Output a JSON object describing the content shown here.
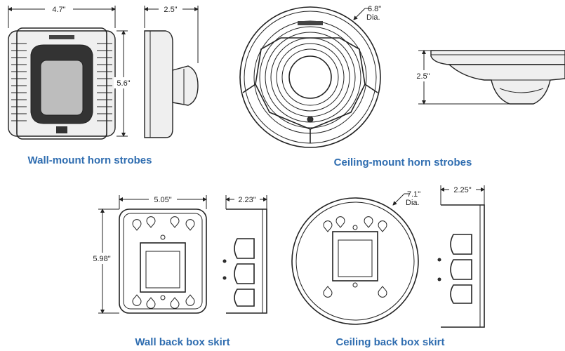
{
  "dimensions": {
    "wall_strobe_width": "4.7\"",
    "wall_strobe_depth": "2.5\"",
    "wall_strobe_height": "5.6\"",
    "ceiling_strobe_diameter": "6.8\"",
    "ceiling_strobe_diameter_suffix": "Dia.",
    "ceiling_strobe_depth": "2.5\"",
    "wall_skirt_width": "5.05\"",
    "wall_skirt_depth": "2.23\"",
    "wall_skirt_height": "5.98\"",
    "ceiling_skirt_diameter": "7.1\"",
    "ceiling_skirt_diameter_suffix": "Dia.",
    "ceiling_skirt_depth": "2.25\""
  },
  "captions": {
    "wall_strobes": "Wall-mount horn strobes",
    "ceiling_strobes": "Ceiling-mount horn strobes",
    "wall_skirt": "Wall back box skirt",
    "ceiling_skirt": "Ceiling back box skirt"
  },
  "colors": {
    "caption": "#2f6db0",
    "line": "#222222"
  }
}
